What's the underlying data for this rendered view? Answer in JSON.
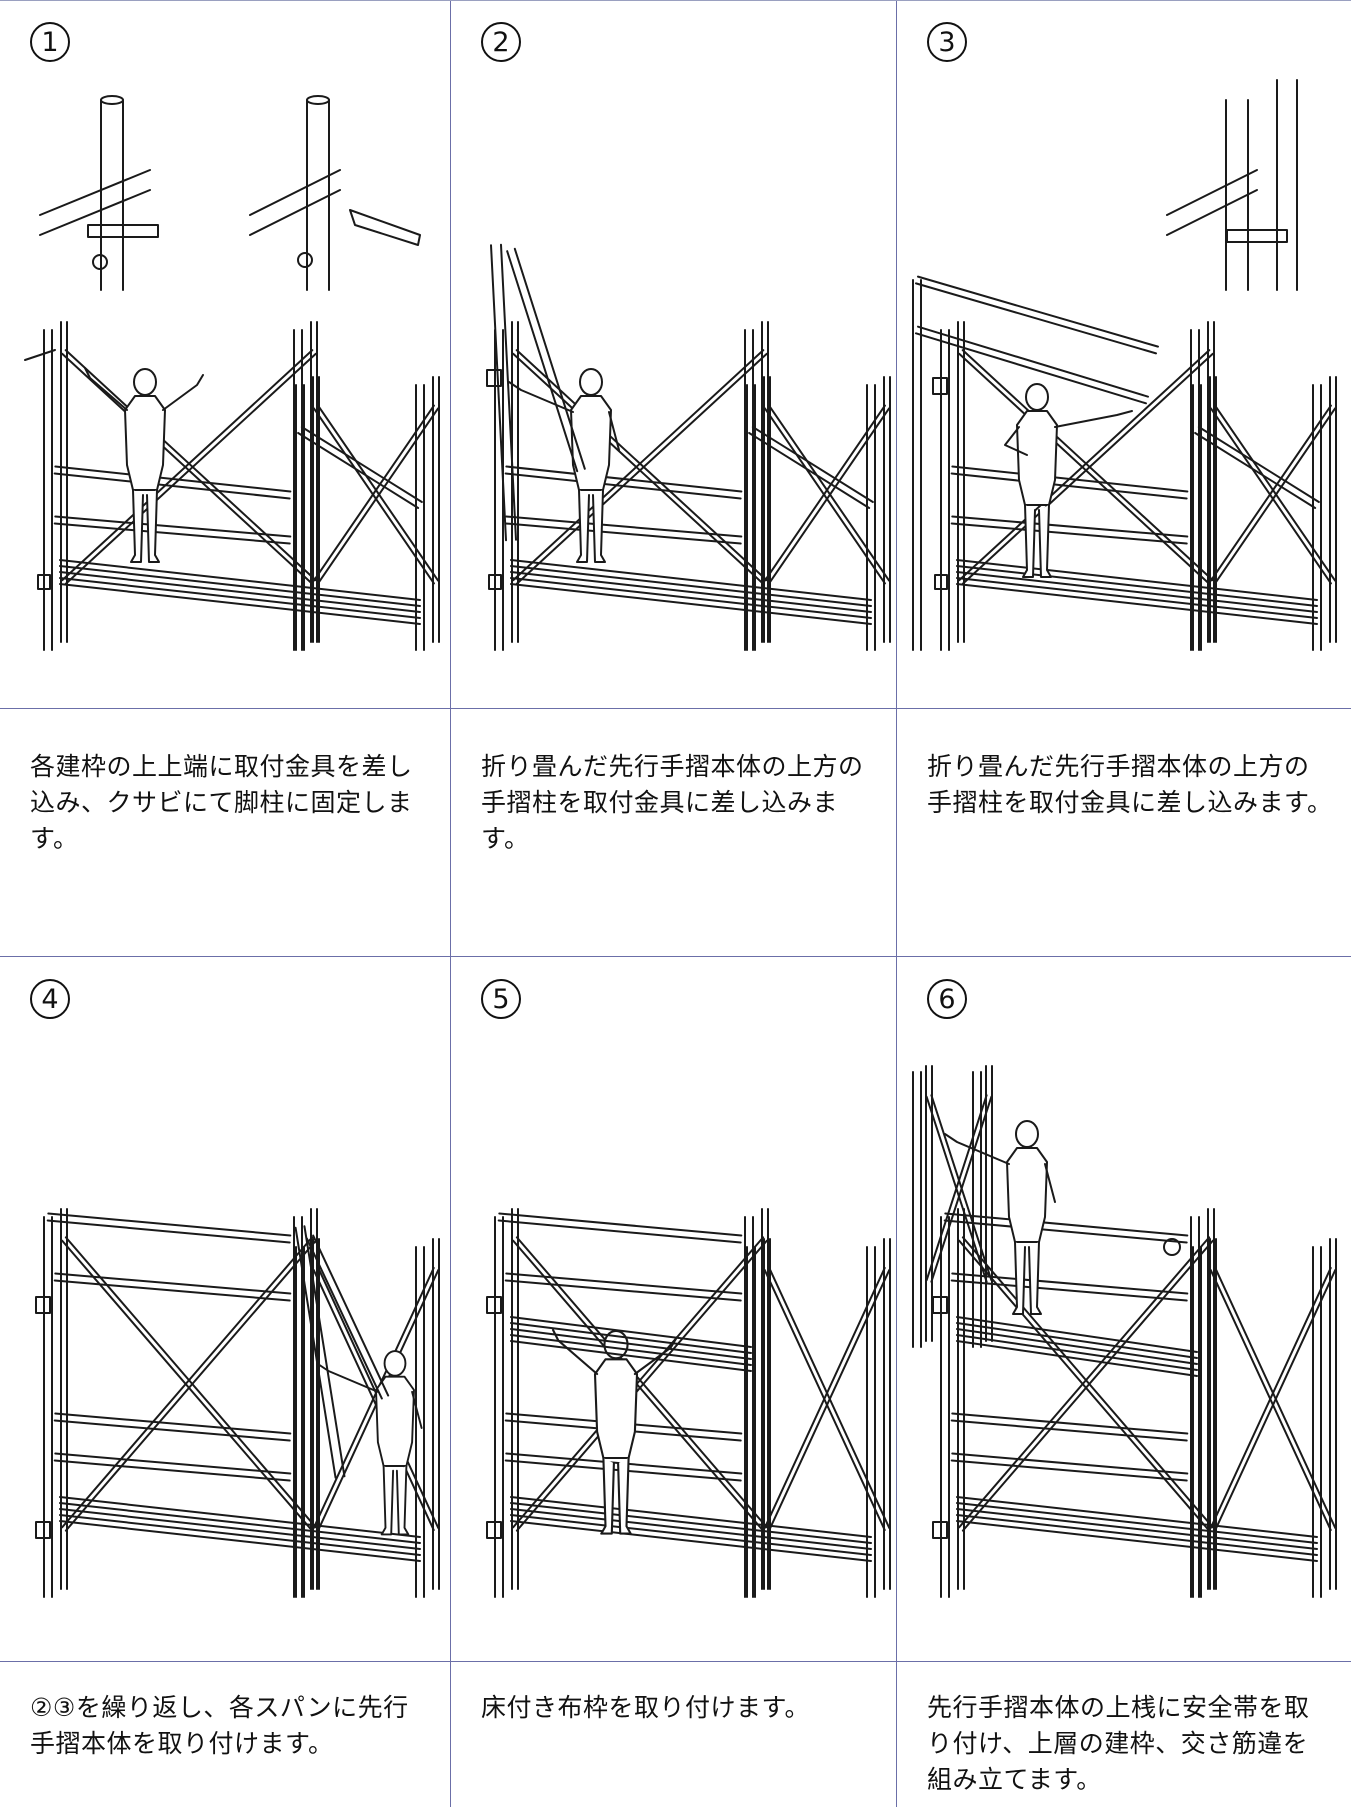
{
  "steps": [
    {
      "number": "1",
      "caption": "各建枠の上上端に取付金具を差し込み、クサビにて脚柱に固定します。"
    },
    {
      "number": "2",
      "caption": "折り畳んだ先行手摺本体の上方の手摺柱を取付金具に差し込みます。"
    },
    {
      "number": "3",
      "caption": "折り畳んだ先行手摺本体の上方の手摺柱を取付金具に差し込みます。"
    },
    {
      "number": "4",
      "caption": "②③を繰り返し、各スパンに先行手摺本体を取り付けます。"
    },
    {
      "number": "5",
      "caption": "床付き布枠を取り付けます。"
    },
    {
      "number": "6",
      "caption": "先行手摺本体の上桟に安全帯を取り付け、上層の建枠、交さ筋違を組み立てます。"
    }
  ],
  "colors": {
    "grid": "#6b6fa8",
    "line": "#1a1a1a",
    "background": "#ffffff"
  },
  "icons": [
    "scaffold-illustration",
    "worker-figure",
    "clamp-detail-icon"
  ]
}
